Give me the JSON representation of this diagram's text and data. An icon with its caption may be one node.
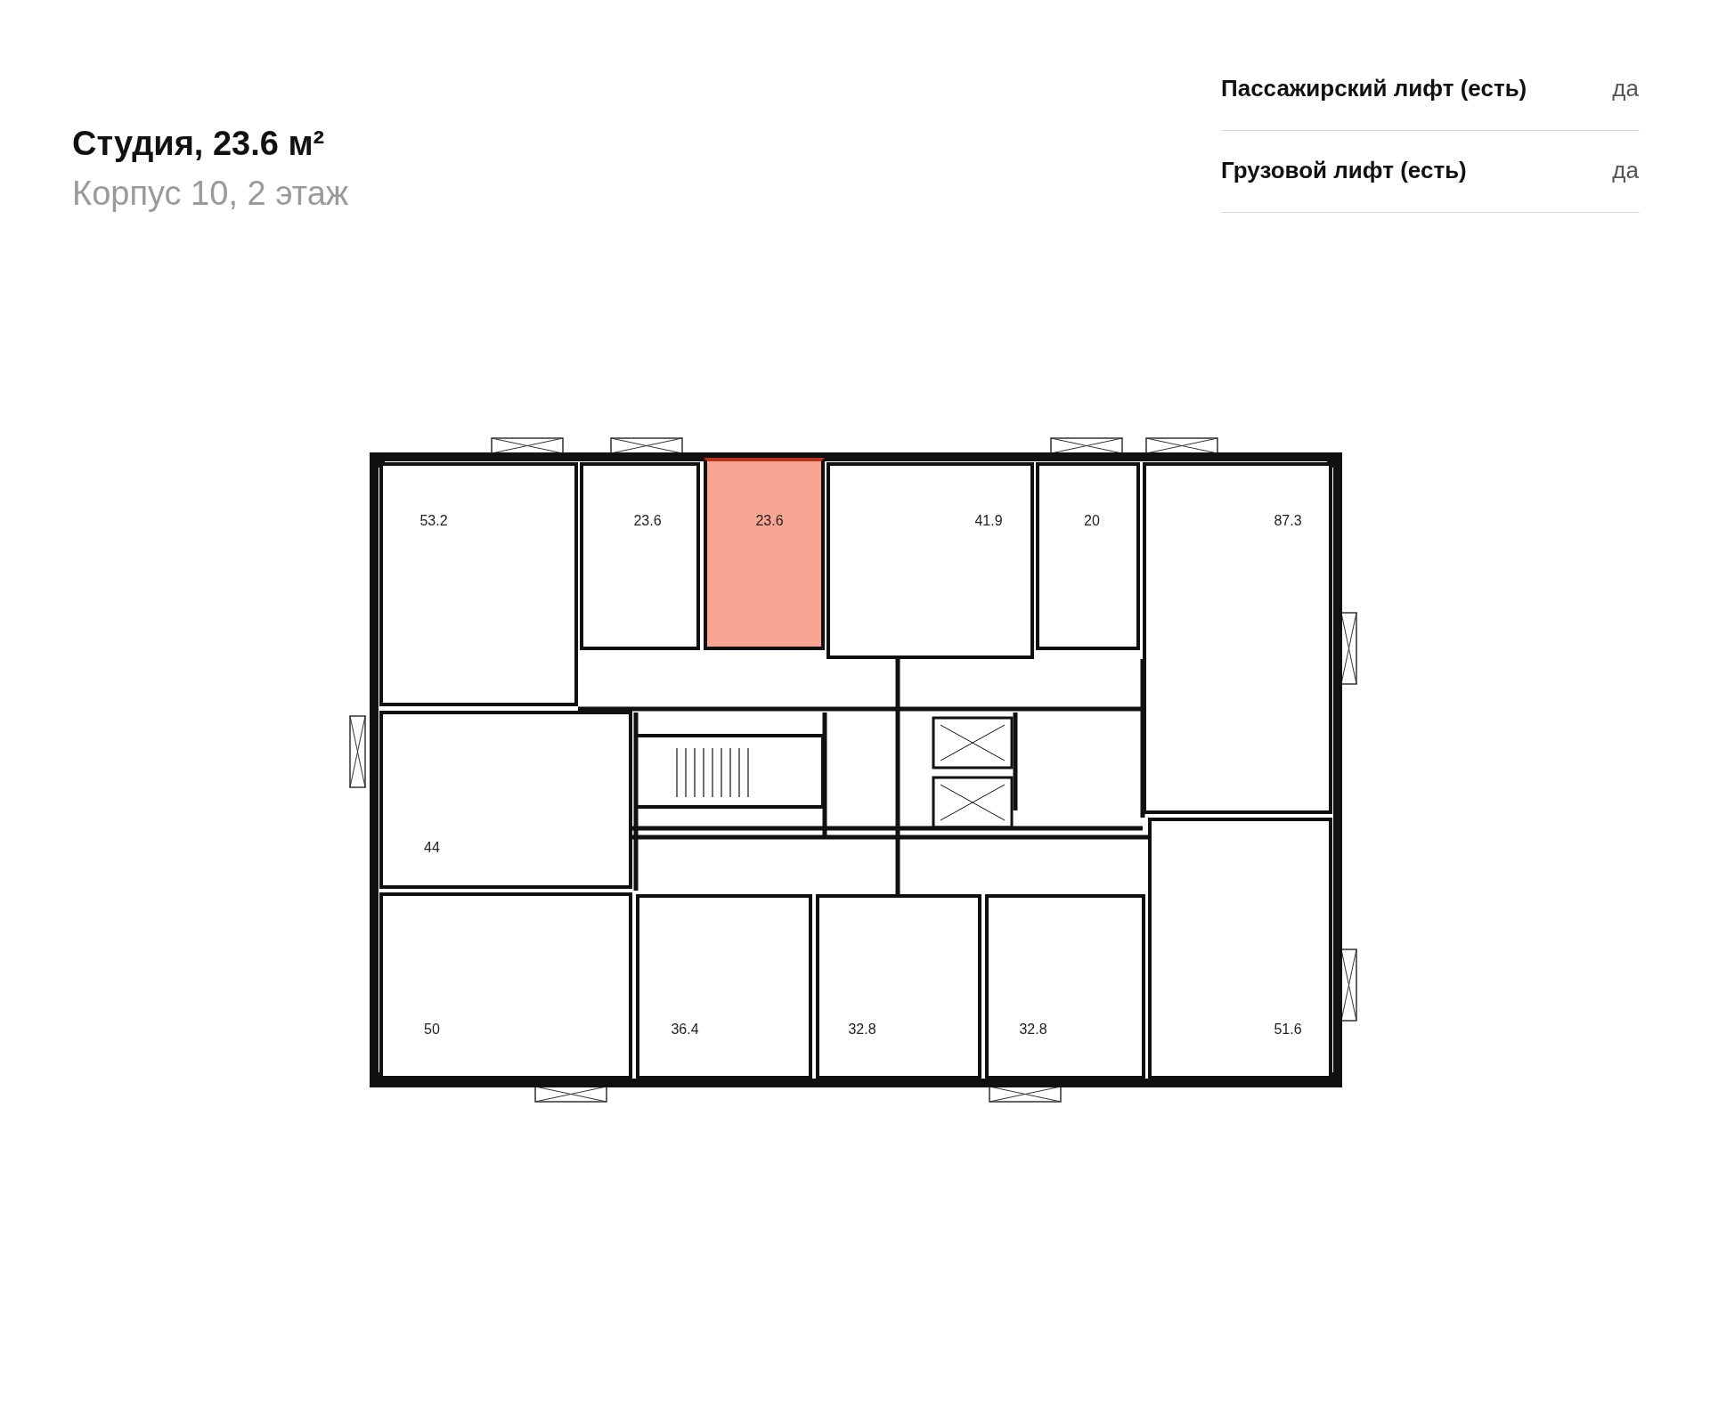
{
  "diagram": {
    "title": "Студия, 23.6 м²",
    "nodes": [
      {
        "text": [
          "53.2"
        ]
      },
      {
        "text": [
          "23.6"
        ]
      },
      {
        "text": [
          "23.6"
        ]
      },
      {
        "text": [
          "41.9"
        ]
      },
      {
        "text": [
          "20"
        ]
      },
      {
        "text": [
          "87.3"
        ]
      },
      {
        "text": [
          "44"
        ]
      },
      {
        "text": [
          "50"
        ]
      },
      {
        "text": [
          "36.4"
        ]
      },
      {
        "text": [
          "32.8"
        ]
      },
      {
        "text": [
          "32.8"
        ]
      },
      {
        "text": [
          "51.6"
        ]
      }
    ],
    "labels": [
      "Корпус 10, 2 этаж",
      "Пассажирский лифт (есть)",
      "да",
      "Грузовой лифт (есть)",
      "да"
    ]
  }
}
